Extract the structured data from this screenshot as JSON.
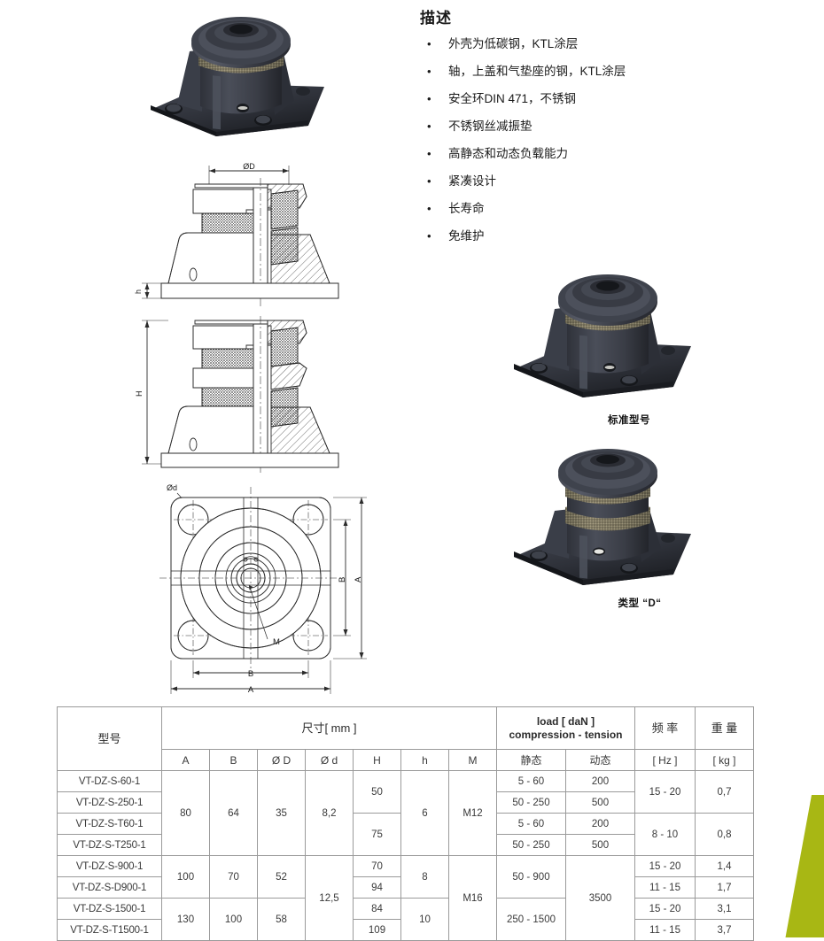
{
  "description": {
    "title": "描述",
    "bullet": "•",
    "items": [
      "外壳为低碳钢，KTL涂层",
      "轴，上盖和气垫座的钢，KTL涂层",
      "安全环DIN 471，不锈钢",
      "不锈钢丝减振垫",
      "高静态和动态负载能力",
      "紧凑设计",
      "长寿命",
      "免维护"
    ]
  },
  "photos": {
    "hero_alt": "vibration-isolator-standard-hero",
    "standard_caption": "标准型号",
    "type_d_caption": "类型 “D“"
  },
  "drawings": {
    "section_top_label": "ØD",
    "section_h_label": "h",
    "section_height_label": "H",
    "bottom_d_label": "Ød",
    "bottom_m_label": "M",
    "bottom_a_label": "A",
    "bottom_b_label": "B"
  },
  "table": {
    "headers": {
      "model": "型号",
      "dimensions": "尺寸[ mm ]",
      "load_line1": "load [ daN ]",
      "load_line2": "compression - tension",
      "frequency": "频 率",
      "weight": "重 量"
    },
    "subheaders": {
      "a": "A",
      "b": "B",
      "d_big": "Ø D",
      "d_small": "Ø d",
      "h_big": "H",
      "h_small": "h",
      "m": "M",
      "static": "静态",
      "dynamic": "动态",
      "freq_unit": "[ Hz ]",
      "weight_unit": "[ kg ]"
    },
    "rows": [
      {
        "model": "VT-DZ-S-60-1",
        "A": "80",
        "B": "64",
        "D": "35",
        "d": "8,2",
        "H": "50",
        "h": "6",
        "M": "M12",
        "static": "5 - 60",
        "dynamic": "200",
        "freq": "15 - 20",
        "weight": "0,7"
      },
      {
        "model": "VT-DZ-S-250-1",
        "A": "",
        "B": "",
        "D": "",
        "d": "",
        "H": "",
        "h": "",
        "M": "",
        "static": "50 - 250",
        "dynamic": "500",
        "freq": "",
        "weight": ""
      },
      {
        "model": "VT-DZ-S-T60-1",
        "A": "",
        "B": "",
        "D": "",
        "d": "",
        "H": "75",
        "h": "",
        "M": "",
        "static": "5 - 60",
        "dynamic": "200",
        "freq": "8 - 10",
        "weight": "0,8"
      },
      {
        "model": "VT-DZ-S-T250-1",
        "A": "",
        "B": "",
        "D": "",
        "d": "",
        "H": "",
        "h": "",
        "M": "",
        "static": "50 - 250",
        "dynamic": "500",
        "freq": "",
        "weight": ""
      },
      {
        "model": "VT-DZ-S-900-1",
        "A": "100",
        "B": "70",
        "D": "52",
        "d": "12,5",
        "H": "70",
        "h": "8",
        "M": "M16",
        "static": "50 - 900",
        "dynamic": "3500",
        "freq": "15 - 20",
        "weight": "1,4"
      },
      {
        "model": "VT-DZ-S-D900-1",
        "A": "",
        "B": "",
        "D": "",
        "d": "",
        "H": "94",
        "h": "",
        "M": "",
        "static": "",
        "dynamic": "",
        "freq": "11 - 15",
        "weight": "1,7"
      },
      {
        "model": "VT-DZ-S-1500-1",
        "A": "130",
        "B": "100",
        "D": "58",
        "d": "",
        "H": "84",
        "h": "10",
        "M": "",
        "static": "250 - 1500",
        "dynamic": "",
        "freq": "15 - 20",
        "weight": "3,1"
      },
      {
        "model": "VT-DZ-S-T1500-1",
        "A": "",
        "B": "",
        "D": "",
        "d": "",
        "H": "109",
        "h": "",
        "M": "",
        "static": "",
        "dynamic": "",
        "freq": "11 - 15",
        "weight": "3,7"
      }
    ]
  },
  "colors": {
    "accent_green": "#a8b714",
    "body_dark": "#3a3d46",
    "mesh": "#8a8468",
    "table_border": "#9a9a9a"
  }
}
